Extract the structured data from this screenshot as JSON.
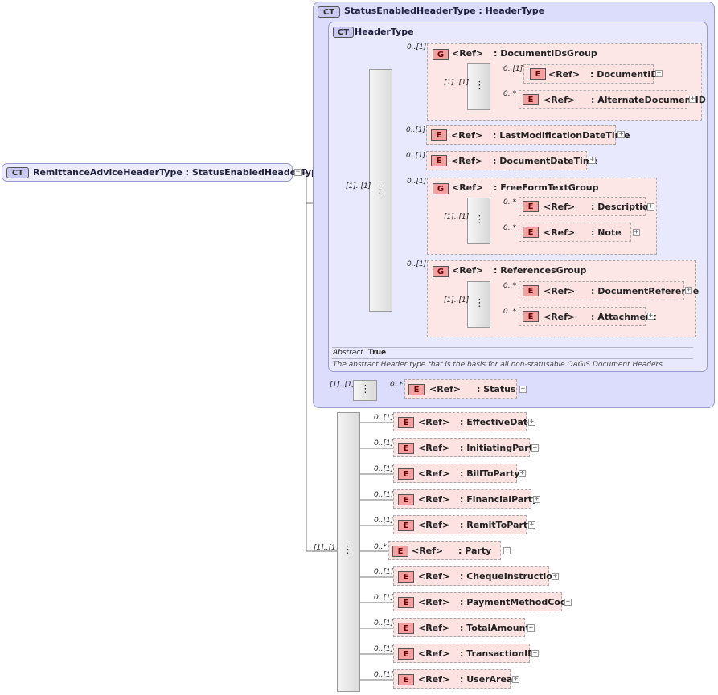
{
  "root": {
    "badge": "CT",
    "label": "RemittanceAdviceHeaderType : StatusEnabledHeaderType"
  },
  "status_enabled": {
    "badge": "CT",
    "label": "StatusEnabledHeaderType : HeaderType"
  },
  "header_type": {
    "badge": "CT",
    "label": "HeaderType"
  },
  "ref_label": "<Ref>",
  "groups": {
    "docids": {
      "badge": "G",
      "card": "0..[1]",
      "name": ": DocumentIDsGroup",
      "seq_card": "[1]..[1]"
    },
    "freeform": {
      "badge": "G",
      "card": "0..[1]",
      "name": ": FreeFormTextGroup",
      "seq_card": "[1]..[1]"
    },
    "references": {
      "badge": "G",
      "card": "0..[1]",
      "name": ": ReferencesGroup",
      "seq_card": "[1]..[1]"
    }
  },
  "header_seq_card": "[1]..[1]",
  "status_seq_card": "[1]..[1]",
  "main_seq_card": "[1]..[1]",
  "elements": {
    "documentid": {
      "badge": "E",
      "card": "0..[1]",
      "name": ": DocumentID"
    },
    "alternatedocumentid": {
      "badge": "E",
      "card": "0..*",
      "name": ": AlternateDocumentID"
    },
    "lastmodification": {
      "badge": "E",
      "card": "0..[1]",
      "name": ": LastModificationDateTime"
    },
    "documentdatetime": {
      "badge": "E",
      "card": "0..[1]",
      "name": ": DocumentDateTime"
    },
    "description": {
      "badge": "E",
      "card": "0..*",
      "name": ": Description"
    },
    "note": {
      "badge": "E",
      "card": "0..*",
      "name": ": Note"
    },
    "documentreference": {
      "badge": "E",
      "card": "0..*",
      "name": ": DocumentReference"
    },
    "attachment": {
      "badge": "E",
      "card": "0..*",
      "name": ": Attachment"
    },
    "status": {
      "badge": "E",
      "card": "0..*",
      "name": ": Status"
    },
    "effectivedate": {
      "badge": "E",
      "card": "0..[1]",
      "name": ": EffectiveDate"
    },
    "initiatingparty": {
      "badge": "E",
      "card": "0..[1]",
      "name": ": InitiatingParty"
    },
    "billtoparty": {
      "badge": "E",
      "card": "0..[1]",
      "name": ": BillToParty"
    },
    "financialparty": {
      "badge": "E",
      "card": "0..[1]",
      "name": ": FinancialParty"
    },
    "remittoparty": {
      "badge": "E",
      "card": "0..[1]",
      "name": ": RemitToParty"
    },
    "party": {
      "badge": "E",
      "card": "0..*",
      "name": ": Party"
    },
    "chequeinstruction": {
      "badge": "E",
      "card": "0..[1]",
      "name": ": ChequeInstruction"
    },
    "paymentmethodcode": {
      "badge": "E",
      "card": "0..[1]",
      "name": ": PaymentMethodCode"
    },
    "totalamount": {
      "badge": "E",
      "card": "0..[1]",
      "name": ": TotalAmount"
    },
    "transactionid": {
      "badge": "E",
      "card": "0..[1]",
      "name": ": TransactionID"
    },
    "userarea": {
      "badge": "E",
      "card": "0..[1]",
      "name": ": UserArea"
    }
  },
  "annotation": {
    "abstract_key": "Abstract",
    "abstract_value": "True",
    "documentation": "The abstract Header type that is the basis for all non-statusable OAGIS Document Headers"
  },
  "colors": {
    "complex_type_bg": "#dcdcfc",
    "element_bg": "#fde2e2",
    "badge_e": "#f4a0a0"
  }
}
